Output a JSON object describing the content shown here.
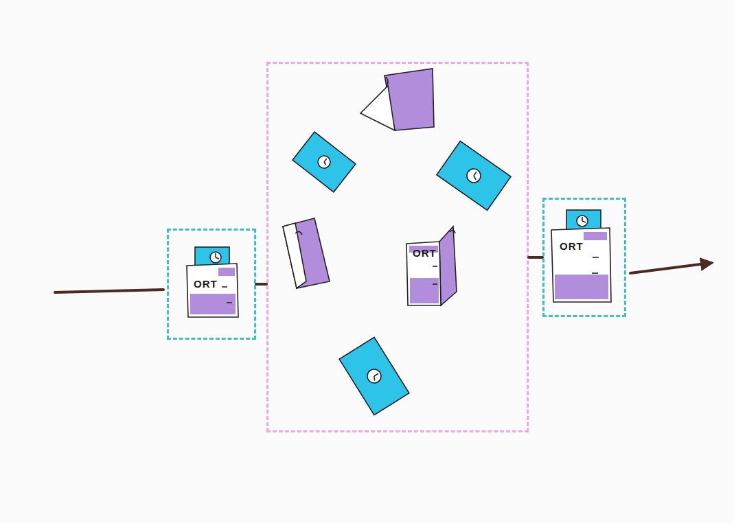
{
  "diagram": {
    "nodes": [
      {
        "text": [
          "ORT"
        ]
      },
      {
        "text": [
          "ORT"
        ]
      },
      {
        "text": [
          "ORT"
        ]
      }
    ],
    "edges": [
      {
        "from": 0,
        "to": 1,
        "arrow": "none"
      },
      {
        "from": 1,
        "to": 2,
        "arrow": "none"
      }
    ]
  }
}
